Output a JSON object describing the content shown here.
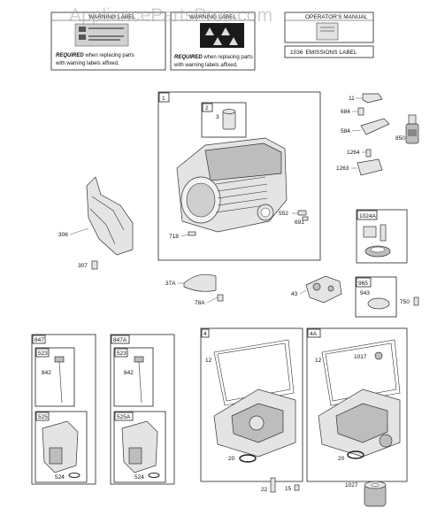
{
  "watermark": "AppliancePartsPros.com",
  "header_boxes": {
    "warning_label_1": {
      "title": "WARNING LABEL",
      "required_bold": "REQUIRED",
      "required_rest_1": " when replacing parts",
      "required_rest_2": "with warning labels affixed."
    },
    "warning_label_2": {
      "title": "WARNING LABEL",
      "required_bold": "REQUIRED",
      "required_rest_1": " when replacing parts",
      "required_rest_2": "with warning labels affixed."
    },
    "owners_manual": {
      "title": "OPERATOR'S MANUAL"
    },
    "emissions_label": {
      "number": "1036",
      "title": "EMISSIONS LABEL"
    }
  },
  "groups": {
    "g1": "1",
    "g2": "2",
    "g1024A": "1024A",
    "g965": "965",
    "g4": "4",
    "g4A": "4A",
    "g847": "847",
    "g847A": "847A",
    "g523": "523",
    "g523b": "523",
    "g525": "525",
    "g525A": "525A"
  },
  "parts": {
    "p3": "3",
    "p11": "11",
    "p684": "684",
    "p584": "584",
    "p850": "850",
    "p1264": "1264",
    "p1263": "1263",
    "p306": "306",
    "p307": "307",
    "p552": "552",
    "p691": "691",
    "p718": "718",
    "p37A": "37A",
    "p78A": "78A",
    "p43": "43",
    "p943": "943",
    "p750": "750",
    "p842a": "842",
    "p842b": "842",
    "p524a": "524",
    "p524b": "524",
    "p12a": "12",
    "p12b": "12",
    "p1017": "1017",
    "p20a": "20",
    "p20b": "20",
    "p22": "22",
    "p15": "15",
    "p1027": "1027"
  }
}
